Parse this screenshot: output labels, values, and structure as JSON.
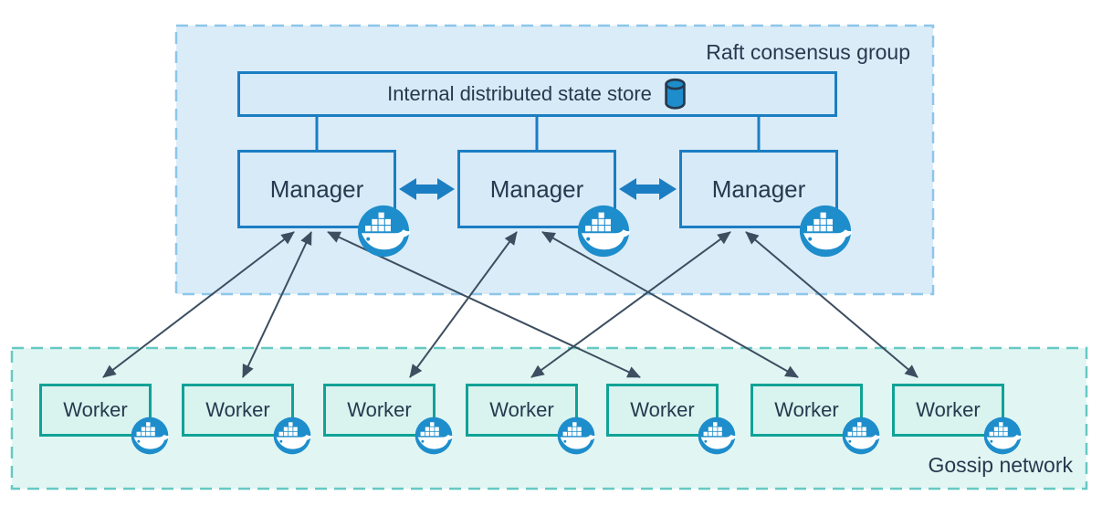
{
  "raft_group": {
    "label": "Raft consensus group",
    "state_store": {
      "label": "Internal distributed state store",
      "icon": "database-cylinder-icon"
    },
    "managers": [
      {
        "label": "Manager"
      },
      {
        "label": "Manager"
      },
      {
        "label": "Manager"
      }
    ]
  },
  "gossip_network": {
    "label": "Gossip network",
    "workers": [
      {
        "label": "Worker"
      },
      {
        "label": "Worker"
      },
      {
        "label": "Worker"
      },
      {
        "label": "Worker"
      },
      {
        "label": "Worker"
      },
      {
        "label": "Worker"
      },
      {
        "label": "Worker"
      }
    ]
  },
  "icons": {
    "node_badge": "docker-whale-icon",
    "state_store": "database-cylinder-icon"
  },
  "connections": {
    "store_links": [
      {
        "from": "state-store",
        "to": "manager-1"
      },
      {
        "from": "state-store",
        "to": "manager-2"
      },
      {
        "from": "state-store",
        "to": "manager-3"
      }
    ],
    "manager_peer_links": [
      {
        "from": "manager-1",
        "to": "manager-2",
        "style": "thick-double-arrow"
      },
      {
        "from": "manager-2",
        "to": "manager-3",
        "style": "thick-double-arrow"
      }
    ],
    "manager_worker_links": [
      {
        "from": "manager-1",
        "to": "worker-1",
        "style": "thin-double-arrow"
      },
      {
        "from": "manager-1",
        "to": "worker-2",
        "style": "thin-double-arrow"
      },
      {
        "from": "manager-1",
        "to": "worker-5",
        "style": "thin-double-arrow"
      },
      {
        "from": "manager-2",
        "to": "worker-3",
        "style": "thin-double-arrow"
      },
      {
        "from": "manager-2",
        "to": "worker-6",
        "style": "thin-double-arrow"
      },
      {
        "from": "manager-3",
        "to": "worker-4",
        "style": "thin-double-arrow"
      },
      {
        "from": "manager-3",
        "to": "worker-7",
        "style": "thin-double-arrow"
      }
    ]
  },
  "colors": {
    "manager_fill": "#d6eaf8",
    "manager_border": "#1b7ec2",
    "raft_fill": "#dbecf9",
    "raft_border": "#8cc6ea",
    "worker_fill": "#d9f3ef",
    "worker_border": "#10a296",
    "gossip_fill": "#e1f6f3",
    "gossip_border": "#66c9c3",
    "docker_blue": "#1e8dcb",
    "arrow_dark": "#3d4e60",
    "text": "#26394e"
  }
}
